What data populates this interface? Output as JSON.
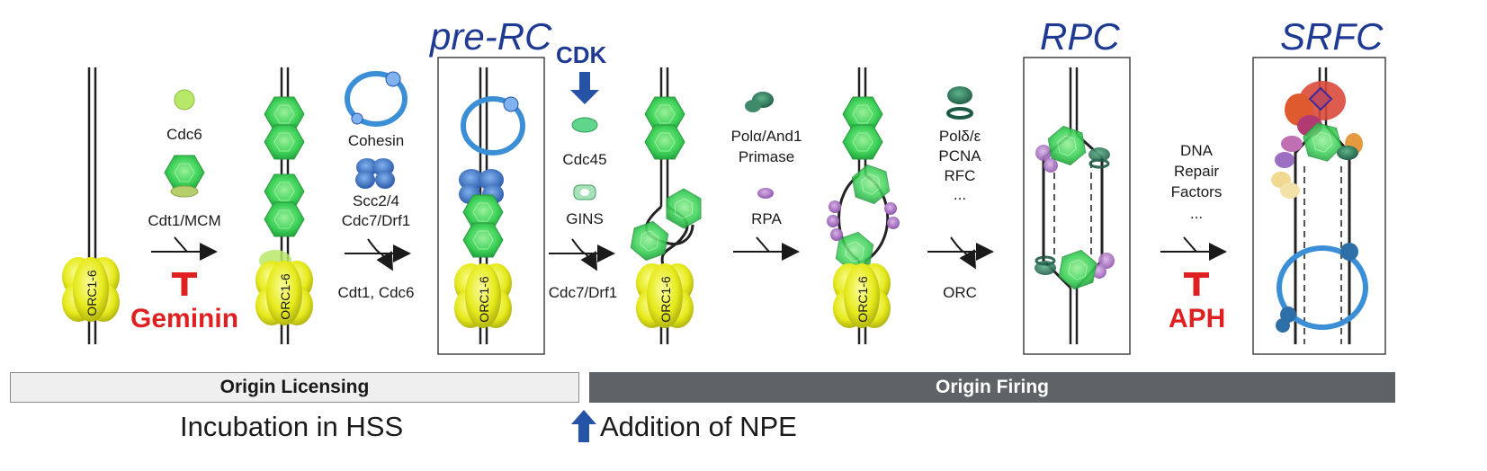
{
  "stage_titles": {
    "pre_rc": "pre-RC",
    "rpc": "RPC",
    "srfc": "SRFC"
  },
  "orc_label": "ORC1-6",
  "cdk_label": "CDK",
  "inhibitors": {
    "geminin": "Geminin",
    "aph": "APH"
  },
  "step1": {
    "top": "Cdc6",
    "mid": "Cdt1/MCM"
  },
  "step2": {
    "top": "Cohesin",
    "mid1": "Scc2/4",
    "mid2": "Cdc7/Drf1",
    "out": "Cdt1, Cdc6"
  },
  "step3": {
    "top": "Cdc45",
    "mid": "GINS",
    "out": "Cdc7/Drf1"
  },
  "step4": {
    "top1": "Polα/And1",
    "top2": "Primase",
    "mid": "RPA"
  },
  "step5": {
    "top1": "Polδ/ε",
    "top2": "PCNA",
    "top3": "RFC",
    "top4": "...",
    "out": "ORC"
  },
  "step6": {
    "top1": "DNA",
    "top2": "Repair",
    "top3": "Factors",
    "top4": "..."
  },
  "phases": {
    "licensing": "Origin Licensing",
    "firing": "Origin Firing"
  },
  "notes": {
    "hss": "Incubation in HSS",
    "npe": "Addition of NPE"
  },
  "colors": {
    "title_blue": "#1f3a93",
    "inhibitor_red": "#e02020",
    "mcm_green": "#3fd35a",
    "orc_yellow": "#e6ea1c",
    "cohesin_blue": "#3b8fd6",
    "firing_bar": "#5f6266"
  }
}
